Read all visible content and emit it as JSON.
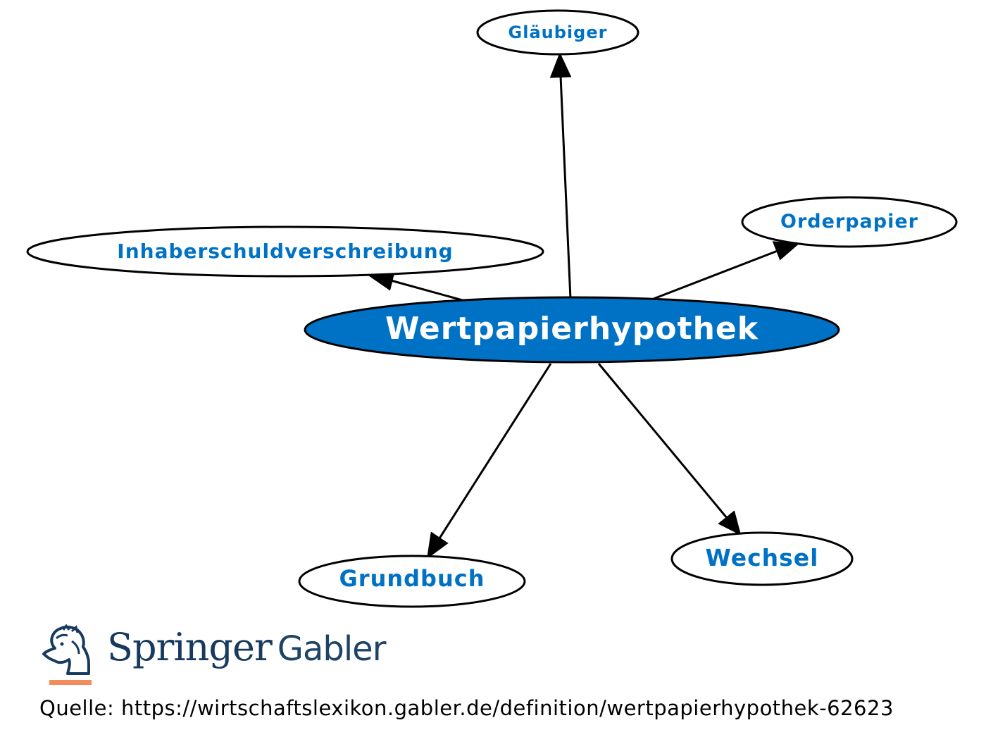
{
  "diagram": {
    "center": {
      "label": "Wertpapierhypothek"
    },
    "nodes": [
      {
        "key": "glaeubiger",
        "label": "Gläubiger"
      },
      {
        "key": "orderpapier",
        "label": "Orderpapier"
      },
      {
        "key": "inhaberschuldverschreibung",
        "label": "Inhaberschuldverschreibung"
      },
      {
        "key": "grundbuch",
        "label": "Grundbuch"
      },
      {
        "key": "wechsel",
        "label": "Wechsel"
      }
    ],
    "edges": [
      {
        "from": "Wertpapierhypothek",
        "to": "Gläubiger"
      },
      {
        "from": "Wertpapierhypothek",
        "to": "Orderpapier"
      },
      {
        "from": "Wertpapierhypothek",
        "to": "Inhaberschuldverschreibung"
      },
      {
        "from": "Wertpapierhypothek",
        "to": "Grundbuch"
      },
      {
        "from": "Wertpapierhypothek",
        "to": "Wechsel"
      }
    ],
    "colors": {
      "center_fill": "#0072c6",
      "center_text": "#ffffff",
      "node_fill": "#ffffff",
      "node_text": "#0072c6",
      "stroke": "#000000"
    }
  },
  "branding": {
    "logo_icon": "springer-horse-logo-icon",
    "logo_text": "Springer Gabler",
    "brand_first": "Springer",
    "brand_second": "Gabler"
  },
  "source": {
    "text": "Quelle: https://wirtschaftslexikon.gabler.de/definition/wertpapierhypothek-62623"
  }
}
